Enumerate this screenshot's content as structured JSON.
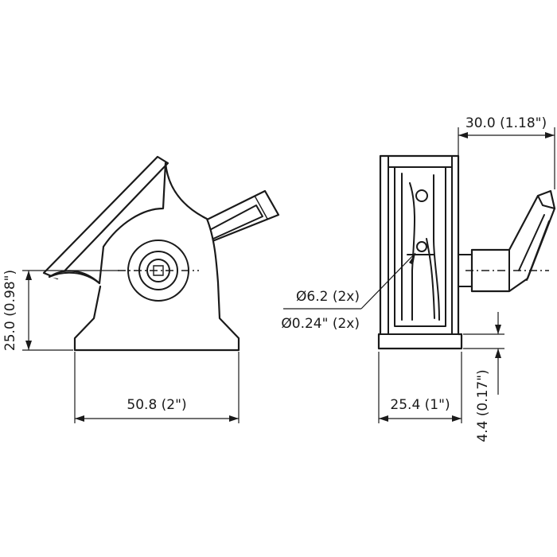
{
  "dimensions": {
    "width_left": "50.8 (2\")",
    "height_left": "25.0 (0.98\")",
    "depth_right": "25.4 (1\")",
    "lever_right": "30.0 (1.18\")",
    "base_thickness": "4.4 (0.17\")",
    "hole_metric": "Ø6.2 (2x)",
    "hole_imperial": "Ø0.24\" (2x)"
  },
  "colors": {
    "line": "#1a1a1a",
    "background": "#ffffff"
  }
}
